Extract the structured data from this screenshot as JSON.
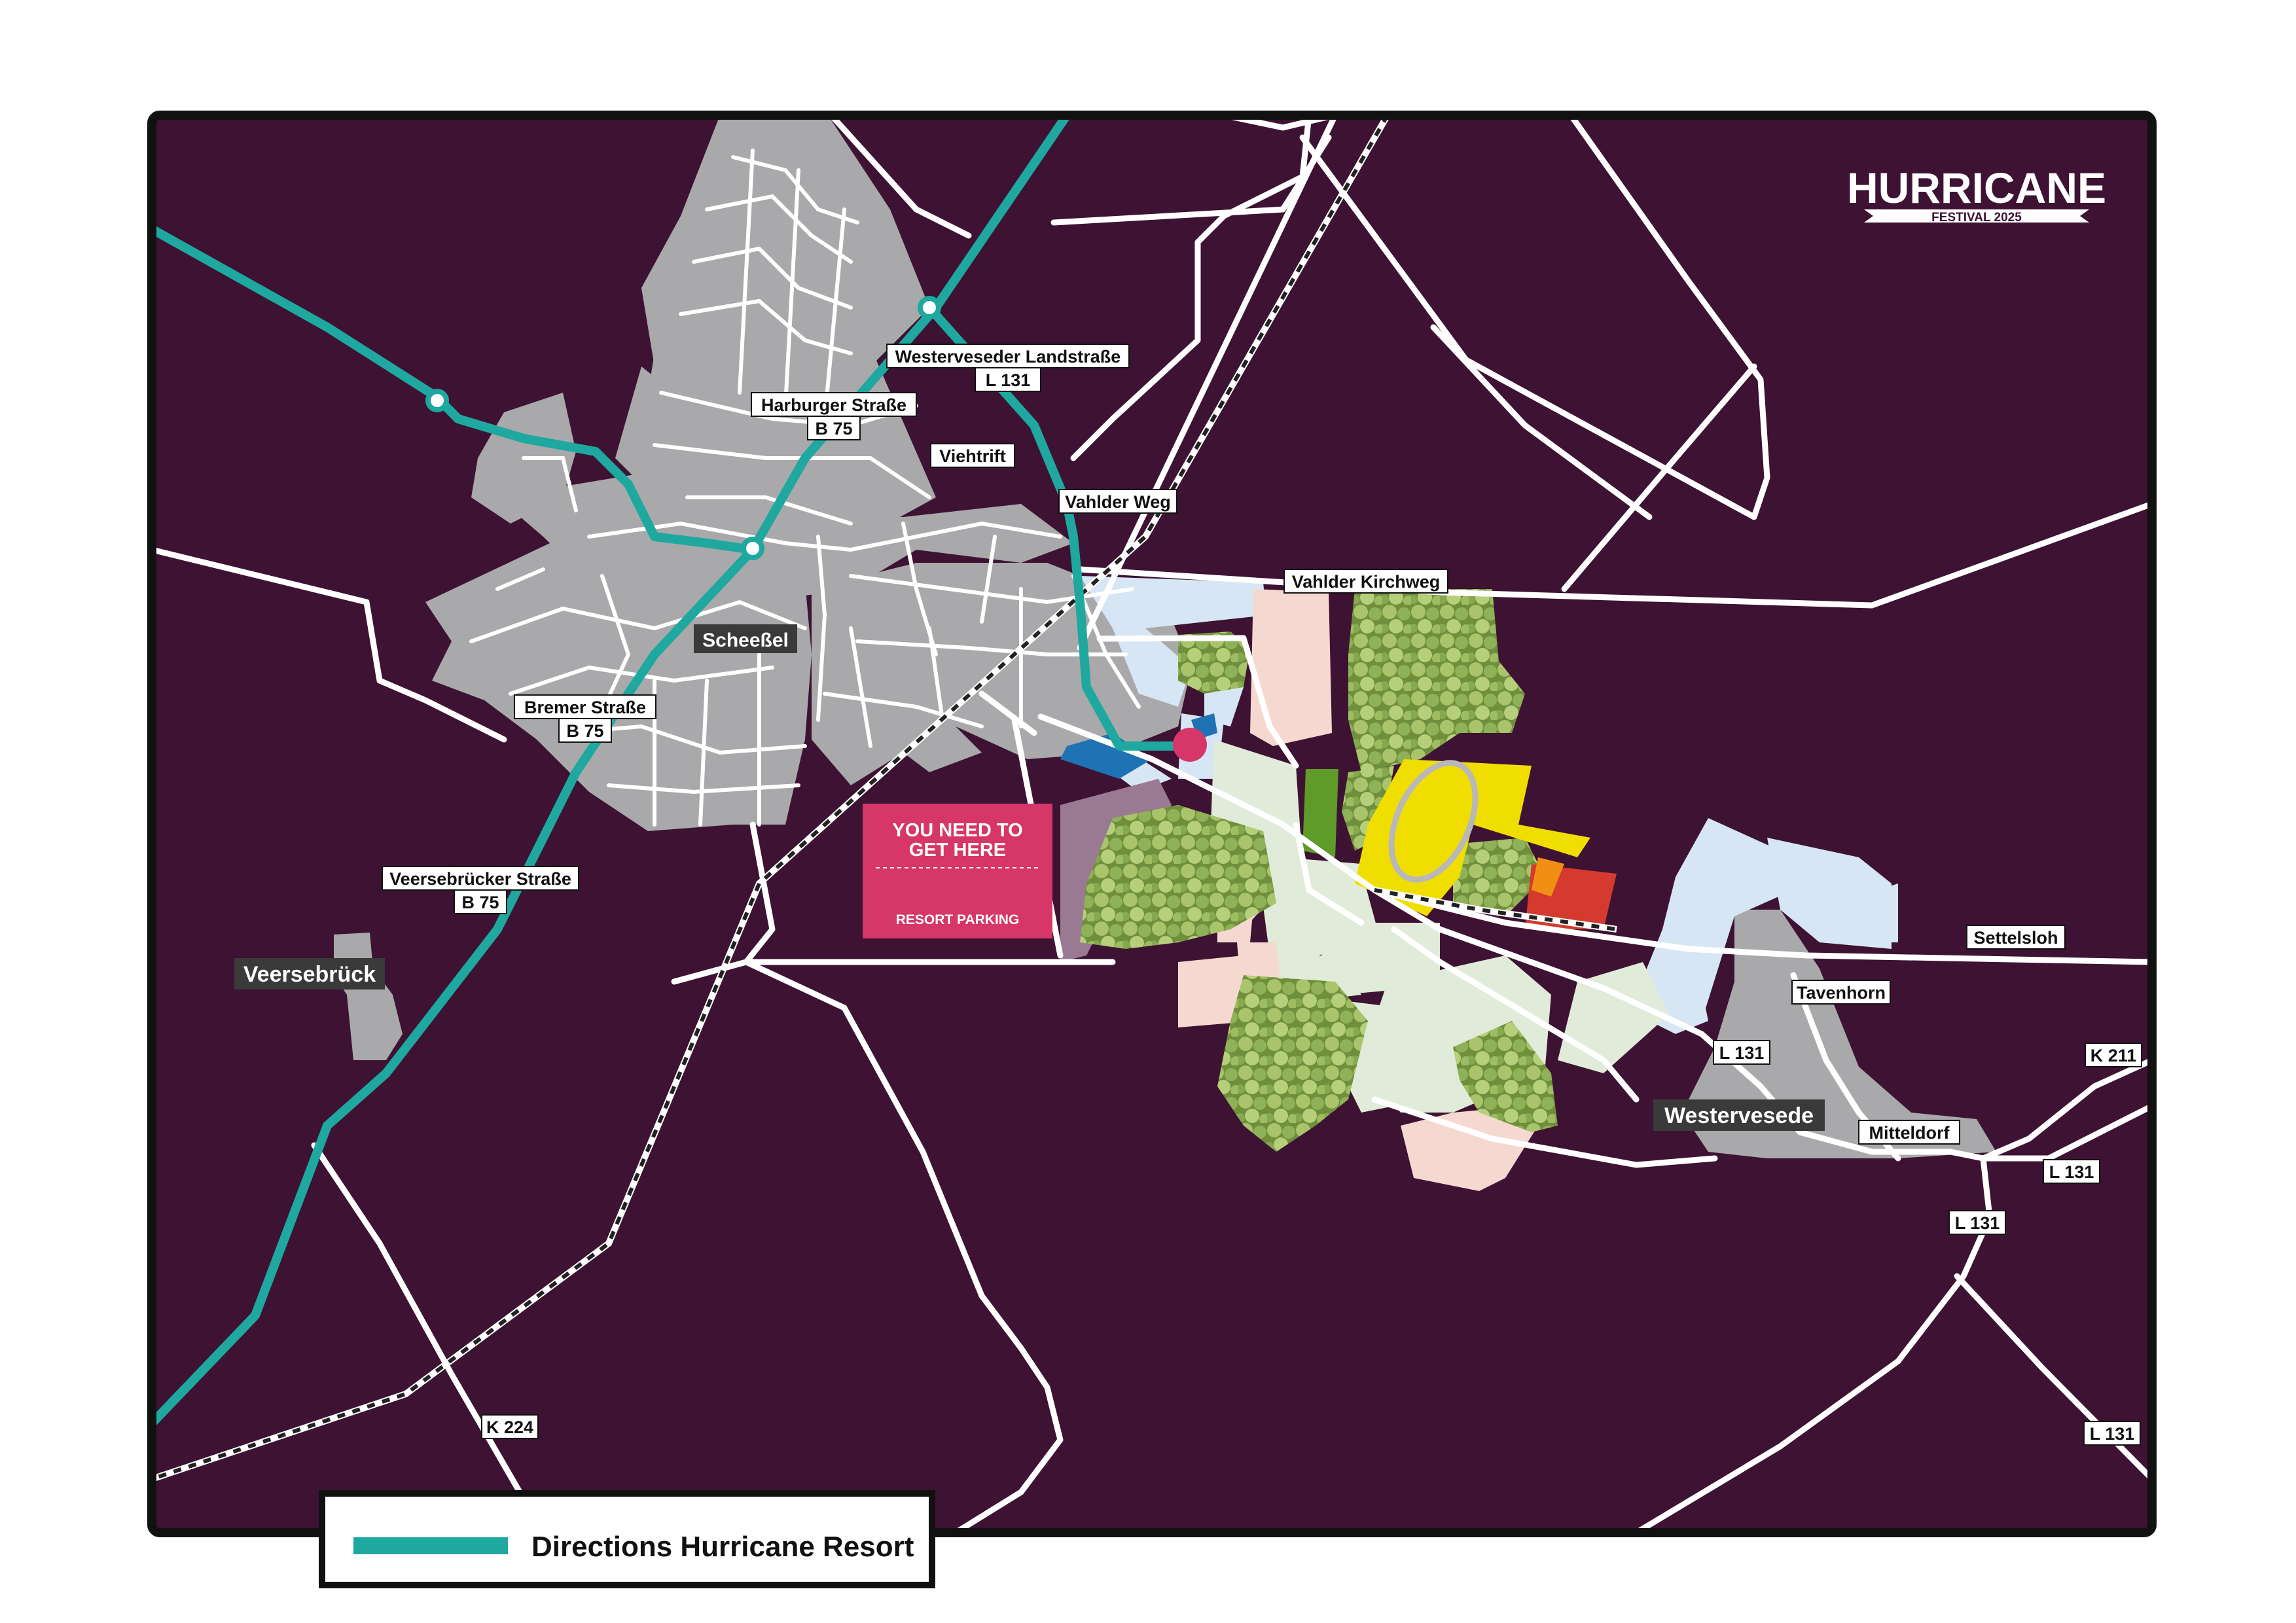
{
  "brand": {
    "title": "HURRICANE",
    "subtitle": "FESTIVAL 2025"
  },
  "colors": {
    "background": "#3d1233",
    "frame": "#111111",
    "town": "#a9a9ab",
    "road": "#ffffff",
    "route": "#1ea89f",
    "parking": "#d63668",
    "forest": "#93b25a",
    "stage_yellow": "#f0de00",
    "festival_green": "#e1ebd9",
    "festival_pink": "#f5d9d1",
    "camping_blue": "#d7e6f4",
    "accent_red": "#d53a2e",
    "accent_orange": "#f08f14",
    "accent_green": "#5e9b28",
    "accent_blue": "#1f72b4"
  },
  "road_labels": [
    {
      "id": "westerveseder-landstrasse",
      "lines": [
        "Westerveseder Landstraße",
        "L 131"
      ]
    },
    {
      "id": "harburger-strasse",
      "lines": [
        "Harburger Straße",
        "B 75"
      ]
    },
    {
      "id": "viehtrift",
      "lines": [
        "Viehtrift"
      ]
    },
    {
      "id": "vahlder-weg",
      "lines": [
        "Vahlder Weg"
      ]
    },
    {
      "id": "vahlder-kirchweg",
      "lines": [
        "Vahlder Kirchweg"
      ]
    },
    {
      "id": "bremer-strasse",
      "lines": [
        "Bremer Straße",
        "B 75"
      ]
    },
    {
      "id": "veersebruecker-strasse",
      "lines": [
        "Veersebrücker Straße",
        "B 75"
      ]
    },
    {
      "id": "settelsloh",
      "lines": [
        "Settelsloh"
      ]
    },
    {
      "id": "tavenhorn",
      "lines": [
        "Tavenhorn"
      ]
    },
    {
      "id": "l131-a",
      "lines": [
        "L 131"
      ]
    },
    {
      "id": "k211",
      "lines": [
        "K 211"
      ]
    },
    {
      "id": "mitteldorf",
      "lines": [
        "Mitteldorf"
      ]
    },
    {
      "id": "l131-b",
      "lines": [
        "L 131"
      ]
    },
    {
      "id": "l131-c",
      "lines": [
        "L 131"
      ]
    },
    {
      "id": "k224",
      "lines": [
        "K 224"
      ]
    },
    {
      "id": "l131-d",
      "lines": [
        "L 131"
      ]
    }
  ],
  "town_labels": [
    {
      "id": "scheessel",
      "text": "Scheeßel"
    },
    {
      "id": "veersebrueck",
      "text": "Veersebrück"
    },
    {
      "id": "westervesede",
      "text": "Westervesede"
    }
  ],
  "parking_sign": {
    "headline_1": "YOU NEED TO",
    "headline_2": "GET HERE",
    "subline": "RESORT PARKING"
  },
  "legend": {
    "label": "Directions Hurricane Resort"
  }
}
